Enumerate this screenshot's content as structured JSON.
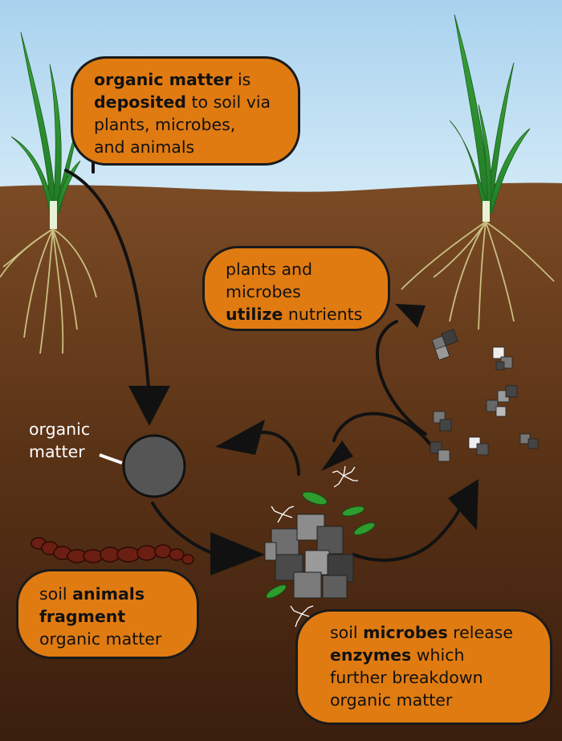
{
  "deposit_box": {
    "l1_b": "organic matter",
    "l1": " is",
    "l2_b": "deposited",
    "l2": " to soil via",
    "l3": "plants, microbes,",
    "l4": "and animals"
  },
  "utilize_box": {
    "l1": "plants and",
    "l2": "microbes",
    "l3_b": "utilize",
    "l3": " nutrients"
  },
  "animals_box": {
    "l1": "soil ",
    "l1_b": "animals",
    "l2_b": "fragment",
    "l3": "organic matter"
  },
  "microbes_box": {
    "l1": "soil ",
    "l1_b": "microbes",
    "l1_tail": " release",
    "l2_b": "enzymes",
    "l2": " which",
    "l3": "further breakdown",
    "l4": "organic matter"
  },
  "om_label": {
    "l1": "organic",
    "l2": "matter"
  },
  "colors": {
    "bubble": "#e07b12",
    "sky_top": "#a9d3ef",
    "soil_top": "#7a4a24",
    "soil_bottom": "#3a1e0e",
    "arrow": "#111111",
    "grass": "#2e9a2e",
    "root": "#c9bf80"
  }
}
